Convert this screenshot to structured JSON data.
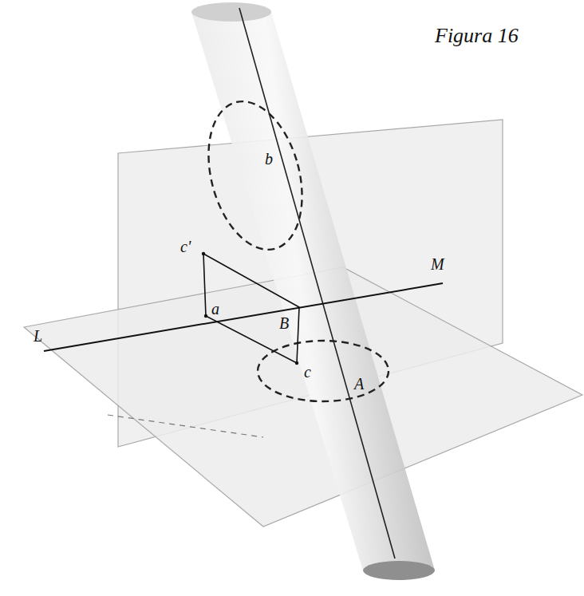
{
  "diagram": {
    "title": "Figura 16",
    "labels": [
      "b",
      "c'",
      "M",
      "a",
      "B",
      "L",
      "c",
      "A"
    ]
  }
}
